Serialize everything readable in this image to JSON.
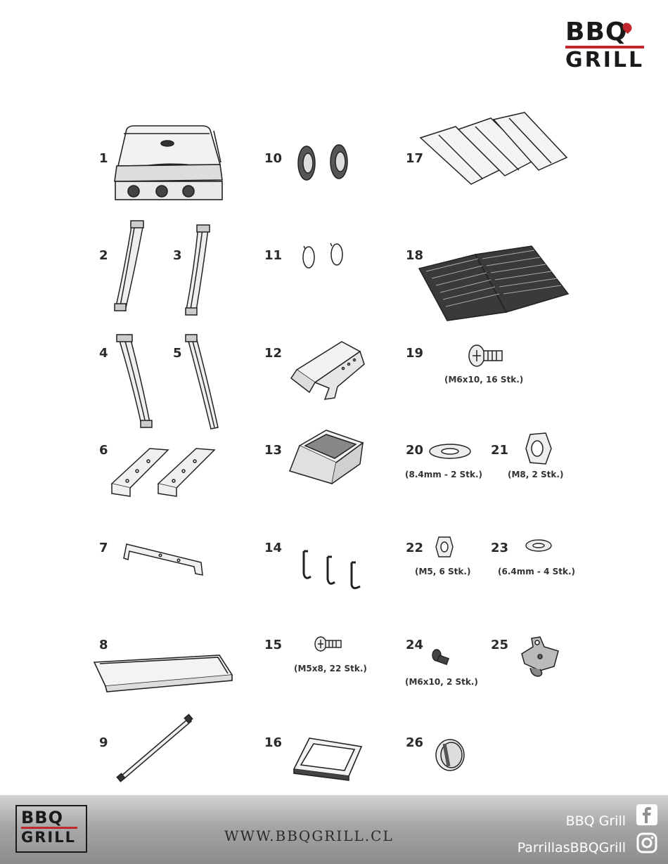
{
  "header": {
    "logo_line1": "BBQ",
    "logo_line2": "GRILL"
  },
  "parts": [
    {
      "num": "1",
      "icon": "grill-head-icon"
    },
    {
      "num": "2",
      "icon": "left-leg-icon"
    },
    {
      "num": "3",
      "icon": "right-leg-icon"
    },
    {
      "num": "4",
      "icon": "front-leg-icon"
    },
    {
      "num": "5",
      "icon": "rear-leg-icon"
    },
    {
      "num": "6",
      "icon": "leg-bracket-icon"
    },
    {
      "num": "7",
      "icon": "cross-brace-icon"
    },
    {
      "num": "8",
      "icon": "bottom-shelf-icon"
    },
    {
      "num": "9",
      "icon": "axle-rod-icon"
    },
    {
      "num": "10",
      "icon": "wheel-icon"
    },
    {
      "num": "11",
      "icon": "retaining-ring-icon"
    },
    {
      "num": "12",
      "icon": "side-shelf-icon"
    },
    {
      "num": "13",
      "icon": "side-table-icon"
    },
    {
      "num": "14",
      "icon": "hook-icon"
    },
    {
      "num": "15",
      "icon": "screw-icon",
      "caption": "(M5x8, 22 Stk.)"
    },
    {
      "num": "16",
      "icon": "grease-tray-icon"
    },
    {
      "num": "17",
      "icon": "flame-tamer-icon"
    },
    {
      "num": "18",
      "icon": "cooking-grate-icon"
    },
    {
      "num": "19",
      "icon": "screw-icon",
      "caption": "(M6x10, 16 Stk.)"
    },
    {
      "num": "20",
      "icon": "washer-icon",
      "caption": "(8.4mm - 2 Stk.)"
    },
    {
      "num": "21",
      "icon": "hex-nut-icon",
      "caption": "(M8, 2 Stk.)"
    },
    {
      "num": "22",
      "icon": "hex-nut-icon",
      "caption": "(M5, 6 Stk.)"
    },
    {
      "num": "23",
      "icon": "washer-icon",
      "caption": "(6.4mm - 4 Stk.)"
    },
    {
      "num": "24",
      "icon": "screw-icon",
      "caption": "(M6x10, 2 Stk.)"
    },
    {
      "num": "25",
      "icon": "bottle-opener-icon"
    },
    {
      "num": "26",
      "icon": "control-knob-icon"
    }
  ],
  "footer": {
    "logo_line1": "BBQ",
    "logo_line2": "GRILL",
    "website": "WWW.BBQGRILL.CL",
    "facebook_label": "BBQ Grill",
    "instagram_label": "ParrillasBBQGrill"
  },
  "colors": {
    "brand_red": "#c0282d",
    "ink": "#2a2a2a",
    "footer_gray": "#a6a6a6"
  }
}
